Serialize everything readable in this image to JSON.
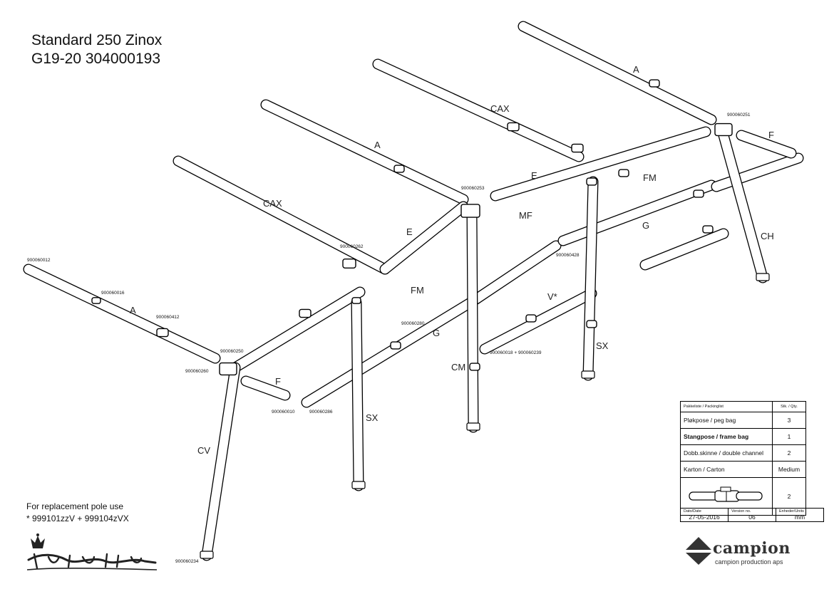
{
  "title": {
    "line1": "Standard 250 Zinox",
    "line2": "G19-20 304000193"
  },
  "labels": {
    "A": "A",
    "CAX": "CAX",
    "E": "E",
    "F": "F",
    "FM": "FM",
    "MF": "MF",
    "G": "G",
    "V": "V*",
    "CH": "CH",
    "SX": "SX",
    "CM": "CM",
    "CV": "CV"
  },
  "part_numbers": [
    "900060012",
    "900060016",
    "900060412",
    "900060250",
    "900060260",
    "900060010",
    "900060286",
    "900060262",
    "900060280",
    "900060253",
    "900060251",
    "900060428",
    "900060018 + 900060239",
    "900060234"
  ],
  "replacement": {
    "line1": "For replacement pole use",
    "line2": "* 999101zzV + 999104zVX"
  },
  "packing": {
    "header": "Pakkeliste / Packinglist",
    "qty_header": "Stk. / Qty.",
    "rows": [
      {
        "name": "Pløkpose / peg bag",
        "qty": "3"
      },
      {
        "name": "Stangpose / frame bag",
        "qty": "1"
      },
      {
        "name": "Dobb.skinne / double channel",
        "qty": "2"
      },
      {
        "name": "Karton / Carton",
        "qty": "Medium"
      },
      {
        "name": "",
        "qty": "2"
      }
    ]
  },
  "meta": {
    "date_label": "Dato/Date",
    "date": "27-05-2016",
    "version_label": "Version no.",
    "version": "06",
    "unit_label": "Enheder/Units",
    "unit": "mm"
  },
  "brand": {
    "logo_left": "Isabella",
    "company": "campion",
    "company_sub": "campion production aps"
  },
  "colors": {
    "line": "#000000",
    "background": "#ffffff"
  }
}
